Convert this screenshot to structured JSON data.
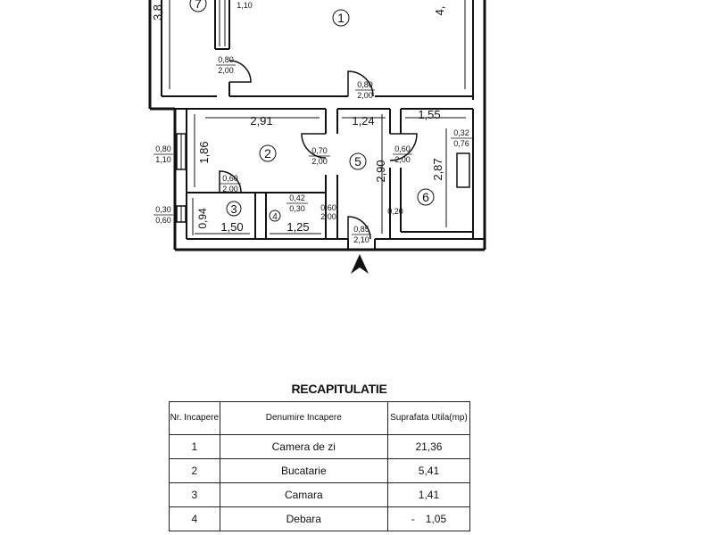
{
  "plan": {
    "rooms": [
      {
        "no": "1"
      },
      {
        "no": "2"
      },
      {
        "no": "3"
      },
      {
        "no": "4"
      },
      {
        "no": "5"
      },
      {
        "no": "6"
      },
      {
        "no": "7"
      }
    ],
    "dimensions": {
      "r7_side": "3,8",
      "r1_side": "4,",
      "kitchen_width": "2,91",
      "hall_width": "1,24",
      "bath_width": "1,55",
      "kitchen_height": "1,86",
      "hall_height": "2,90",
      "bath_height": "2,87",
      "pantry_height": "0,94",
      "pantry_width": "1,50",
      "closet_width": "1,25",
      "niche_width": "0,20"
    },
    "openings": {
      "top_window": [
        "",
        "1,10"
      ],
      "d_7": [
        "0,80",
        "2,00"
      ],
      "d_entry_1": [
        "0,80",
        "2,00"
      ],
      "d_kitchen": [
        "0,70",
        "2,00"
      ],
      "d_kitchen_pantry": [
        "0,60",
        "2,00"
      ],
      "d_bath": [
        "0,60",
        "2,00"
      ],
      "w_bath": [
        "0,32",
        "0,76"
      ],
      "w_kitchen": [
        "0,80",
        "1,10"
      ],
      "w_pantry": [
        "0,30",
        "0,60"
      ],
      "w_closet": [
        "0,42",
        "0,30"
      ],
      "d_closet": [
        "0,60",
        "2,00"
      ],
      "d_main": [
        "0,85",
        "2,10"
      ]
    }
  },
  "recap": {
    "title": "RECAPITULATIE",
    "headers": [
      "Nr. Incapere",
      "Denumire Incapere",
      "Suprafata Utila(mp)"
    ],
    "rows": [
      {
        "nr": "1",
        "name": "Camera de zi",
        "area": "21,36"
      },
      {
        "nr": "2",
        "name": "Bucatarie",
        "area": "5,41"
      },
      {
        "nr": "3",
        "name": "Camara",
        "area": "1,41"
      },
      {
        "nr": "4",
        "name": "Debara",
        "area": "1,05",
        "mark": "-"
      }
    ]
  }
}
